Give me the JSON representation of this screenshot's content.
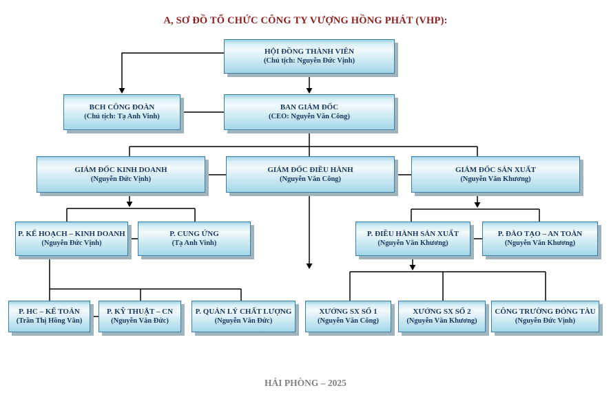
{
  "title": "A, SƠ ĐỒ TỔ CHỨC CÔNG TY VƯỢNG HỒNG PHÁT (VHP):",
  "footer": "HẢI PHÒNG – 2025",
  "colors": {
    "title": "#8a1f1f",
    "box_text": "#17375e",
    "box_border": "#3a7ca3",
    "box_shadow": "#9fb4bc",
    "connector_line": "#000000",
    "footer": "#7f7f7f"
  },
  "nodes": {
    "hdtv": {
      "title": "HỘI ĐỒNG THÀNH VIÊN",
      "subtitle": "(Chủ tịch: Nguyễn Đức Vịnh)"
    },
    "bch": {
      "title": "BCH CÔNG ĐOÀN",
      "subtitle": "(Chủ tịch: Tạ Anh Vinh)"
    },
    "bgd": {
      "title": "BAN GIÁM ĐỐC",
      "subtitle": "(CEO: Nguyễn Văn Công)"
    },
    "gdkd": {
      "title": "GIÁM ĐỐC KINH DOANH",
      "subtitle": "(Nguyễn Đức Vịnh)"
    },
    "gddh": {
      "title": "GIÁM ĐỐC ĐIỀU HÀNH",
      "subtitle": "(Nguyễn Văn Công)"
    },
    "gdsx": {
      "title": "GIÁM ĐỐC SẢN XUẤT",
      "subtitle": "(Nguyễn Văn Khương)"
    },
    "pkh": {
      "title": "P. KẾ HOẠCH – KINH DOANH",
      "subtitle": "(Nguyễn Đức Vịnh)"
    },
    "pcu": {
      "title": "P. CUNG ỨNG",
      "subtitle": "(Tạ Anh Vinh)"
    },
    "pdhsx": {
      "title": "P. ĐIỀU HÀNH SẢN XUẤT",
      "subtitle": "(Nguyễn Văn Khương)"
    },
    "pdtat": {
      "title": "P. ĐÀO TẠO – AN TOÀN",
      "subtitle": "(Nguyễn Văn Khương)"
    },
    "phc": {
      "title": "P. HC – KẾ TOÁN",
      "subtitle": "(Trần Thị Hồng Vân)"
    },
    "pkt": {
      "title": "P. KỸ THUẬT – CN",
      "subtitle": "(Nguyễn Văn Đức)"
    },
    "pqlcl": {
      "title": "P. QUẢN LÝ CHẤT LƯỢNG",
      "subtitle": "(Nguyễn Văn Đức)"
    },
    "xsx1": {
      "title": "XƯỞNG SX SỐ 1",
      "subtitle": "(Nguyễn Văn Công)"
    },
    "xsx2": {
      "title": "XƯỞNG SX SỐ 2",
      "subtitle": "(Nguyễn Văn Khương)"
    },
    "ctdt": {
      "title": "CÔNG TRƯỜNG ĐÓNG TÀU",
      "subtitle": "(Nguyễn Đức Vịnh)"
    }
  },
  "edges": [
    {
      "from": "hdtv",
      "to": "bch",
      "style": "arrow"
    },
    {
      "from": "hdtv",
      "to": "bgd",
      "style": "arrow"
    },
    {
      "from": "bch",
      "to": "bgd",
      "style": "line"
    },
    {
      "from": "bgd",
      "to": "gdkd",
      "style": "line"
    },
    {
      "from": "bgd",
      "to": "gddh",
      "style": "line"
    },
    {
      "from": "bgd",
      "to": "gdsx",
      "style": "line"
    },
    {
      "from": "gdkd",
      "to": "gddh",
      "style": "line"
    },
    {
      "from": "gddh",
      "to": "gdsx",
      "style": "line"
    },
    {
      "from": "gdkd",
      "to": "pkh",
      "style": "arrow"
    },
    {
      "from": "gdkd",
      "to": "pcu",
      "style": "arrow"
    },
    {
      "from": "pkh",
      "to": "pcu",
      "style": "line"
    },
    {
      "from": "gdsx",
      "to": "pdhsx",
      "style": "arrow"
    },
    {
      "from": "gdsx",
      "to": "pdtat",
      "style": "arrow"
    },
    {
      "from": "pdhsx",
      "to": "pdtat",
      "style": "line"
    },
    {
      "from": "gddh",
      "to": "bottom-left-group",
      "style": "arrow"
    },
    {
      "from": "pkh",
      "to": "phc",
      "style": "line"
    },
    {
      "from": "pkh",
      "to": "pkt",
      "style": "line"
    },
    {
      "from": "pkh",
      "to": "pqlcl",
      "style": "line"
    },
    {
      "from": "phc",
      "to": "pkt",
      "style": "line"
    },
    {
      "from": "pdhsx",
      "to": "xsx1",
      "style": "arrow"
    },
    {
      "from": "pdhsx",
      "to": "xsx2",
      "style": "arrow"
    },
    {
      "from": "pdhsx",
      "to": "ctdt",
      "style": "arrow"
    }
  ]
}
